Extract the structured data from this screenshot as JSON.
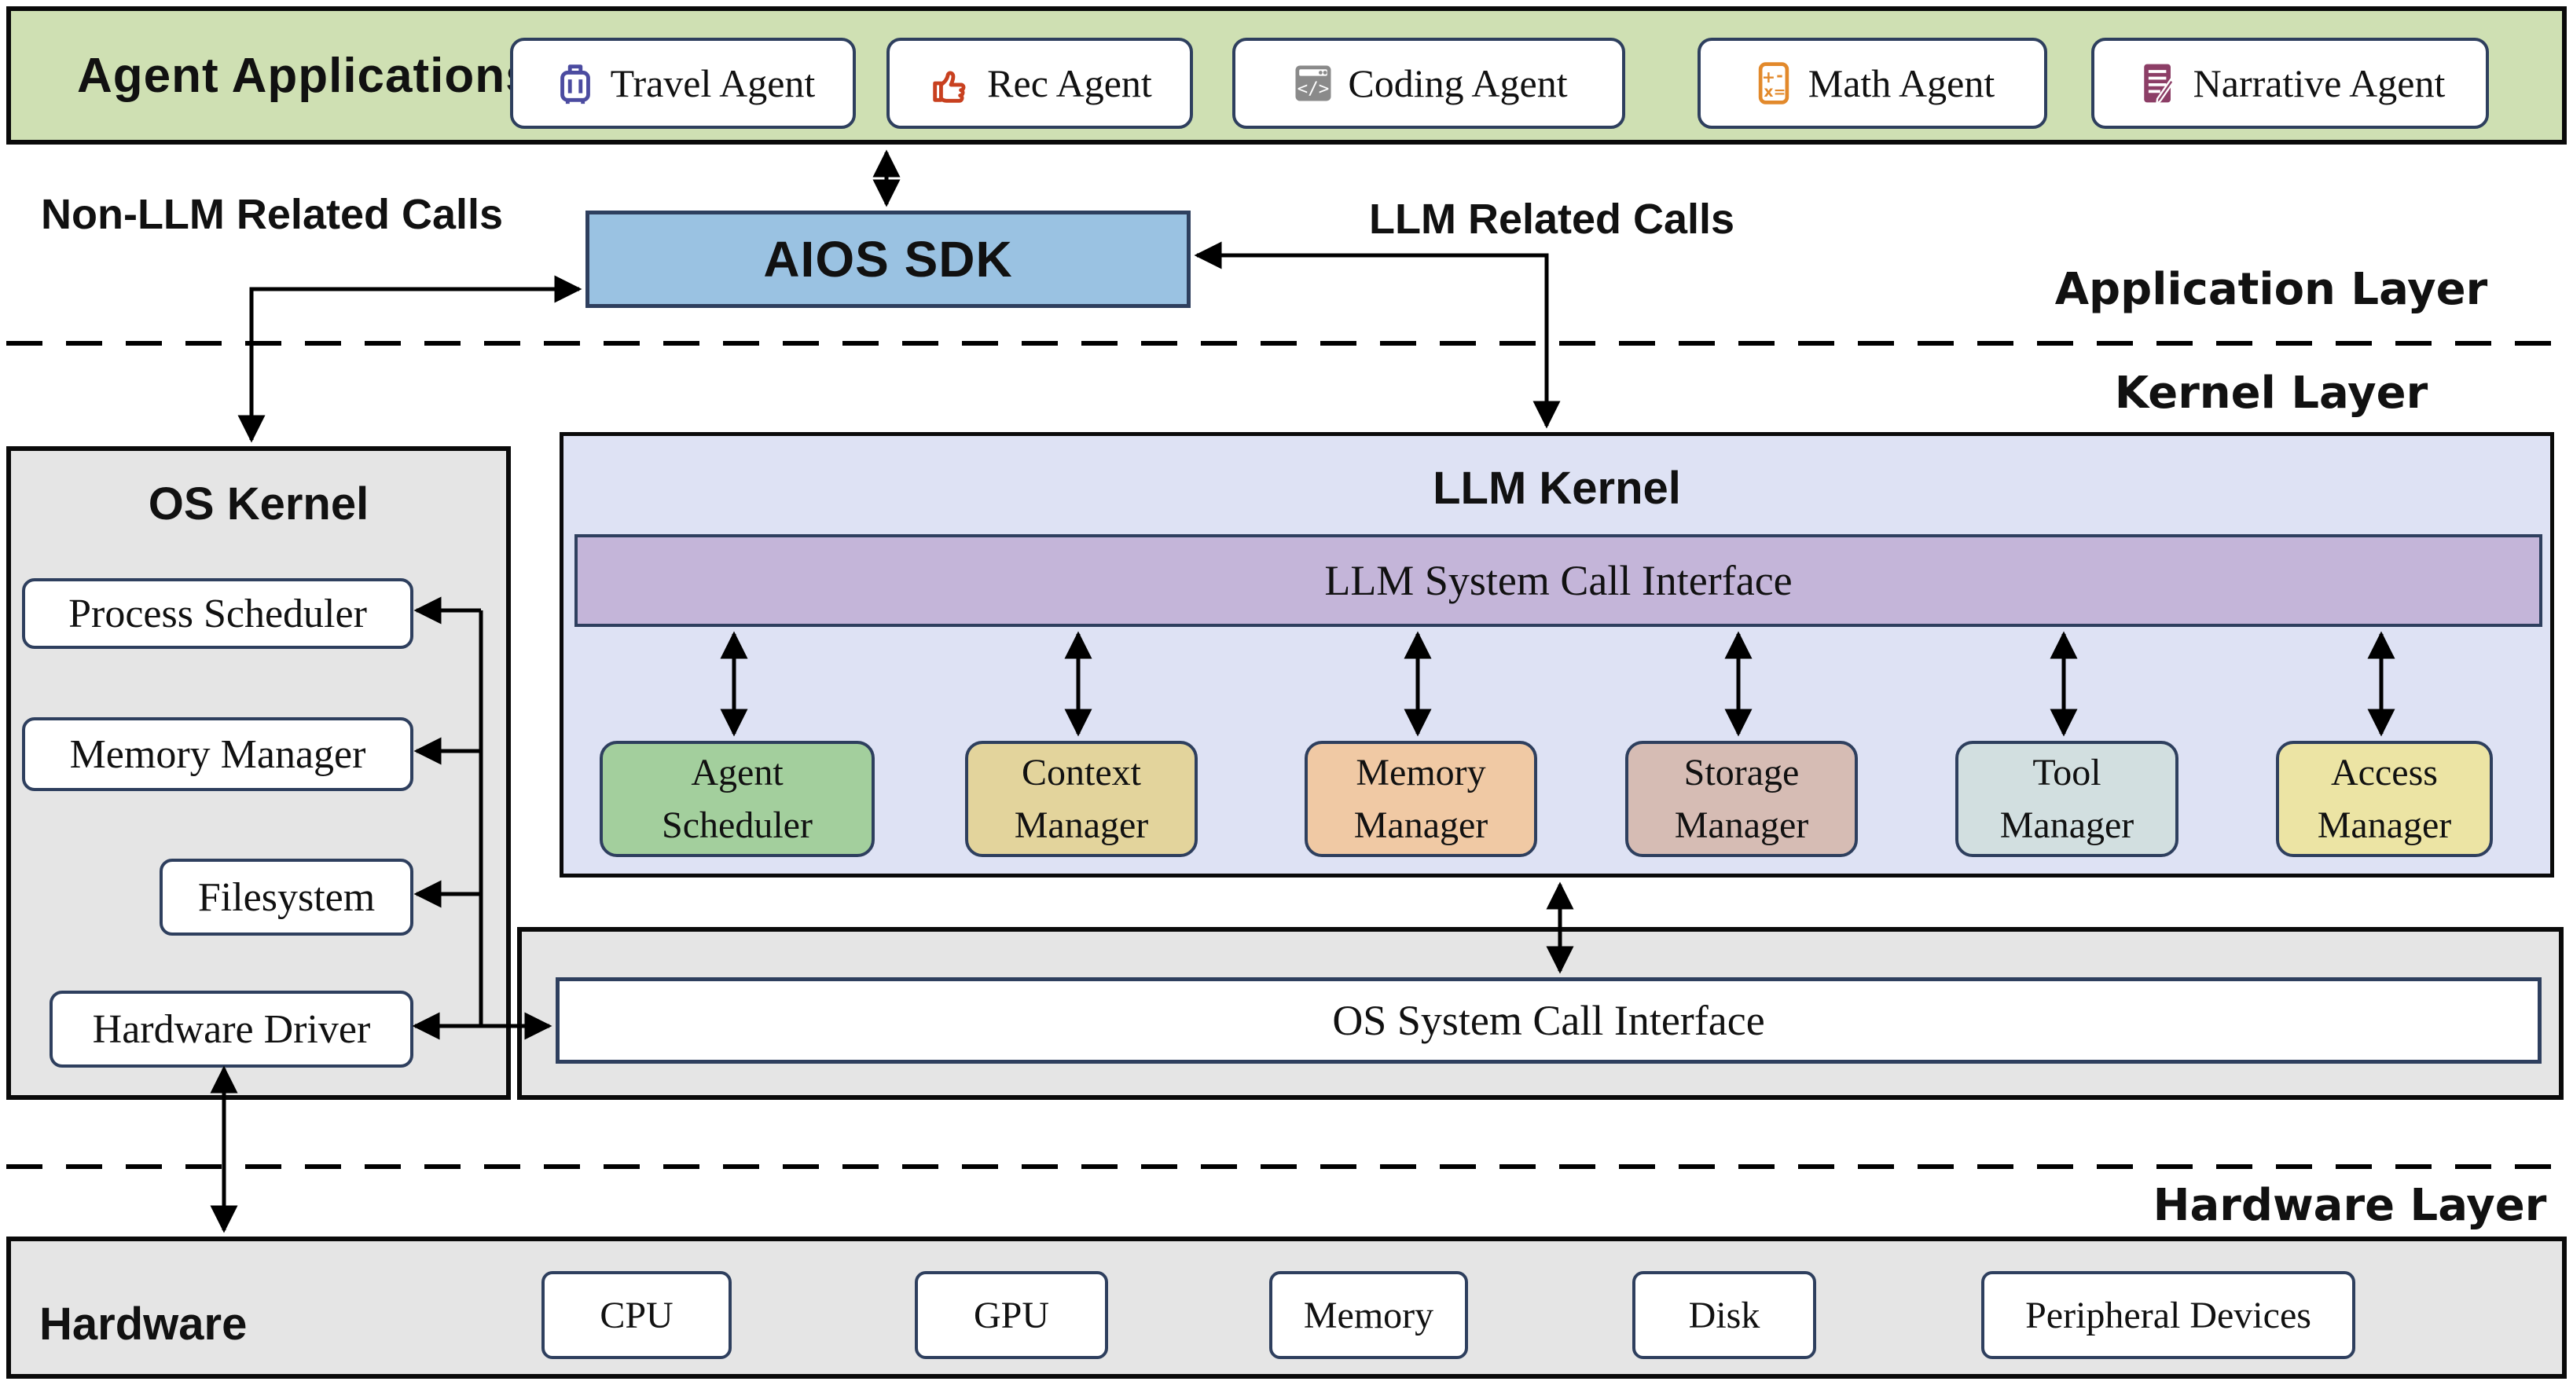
{
  "app_bar": {
    "title": "Agent Applications",
    "agents": [
      {
        "label": "Travel Agent",
        "icon": "suitcase-icon",
        "icon_color": "#4b4ba0"
      },
      {
        "label": "Rec Agent",
        "icon": "thumbs-up-icon",
        "icon_color": "#c8401f"
      },
      {
        "label": "Coding Agent",
        "icon": "code-window-icon",
        "icon_color": "#8a8a8a"
      },
      {
        "label": "Math Agent",
        "icon": "calculator-icon",
        "icon_color": "#e2892b"
      },
      {
        "label": "Narrative Agent",
        "icon": "document-pen-icon",
        "icon_color": "#8c3e66"
      }
    ]
  },
  "sdk": {
    "label": "AIOS SDK"
  },
  "calls": {
    "non_llm": "Non-LLM Related Calls",
    "llm": "LLM Related Calls"
  },
  "layers": {
    "application": "Application Layer",
    "kernel": "Kernel Layer",
    "hardware": "Hardware Layer"
  },
  "os_kernel": {
    "title": "OS Kernel",
    "components": [
      "Process Scheduler",
      "Memory Manager",
      "Filesystem",
      "Hardware Driver"
    ]
  },
  "llm_kernel": {
    "title": "LLM Kernel",
    "interface_label": "LLM System Call Interface",
    "managers": [
      {
        "label": "Agent\nScheduler",
        "color": "#a3cf9d"
      },
      {
        "label": "Context\nManager",
        "color": "#e3d49c"
      },
      {
        "label": "Memory\nManager",
        "color": "#f0c9a4"
      },
      {
        "label": "Storage\nManager",
        "color": "#d6bcb4"
      },
      {
        "label": "Tool\nManager",
        "color": "#d2dfe0"
      },
      {
        "label": "Access\nManager",
        "color": "#ece4a4"
      }
    ]
  },
  "os_interface": {
    "label": "OS System Call Interface"
  },
  "hardware": {
    "title": "Hardware",
    "devices": [
      "CPU",
      "GPU",
      "Memory",
      "Disk",
      "Peripheral Devices"
    ]
  },
  "colors": {
    "app_bar_bg": "#cfe0b3",
    "sdk_bg": "#9ac2e2",
    "llm_kernel_bg": "#dee2f4",
    "llm_interface_bg": "#c4b5d9",
    "panel_gray": "#e5e5e5",
    "border_navy": "#2e3f5e"
  }
}
